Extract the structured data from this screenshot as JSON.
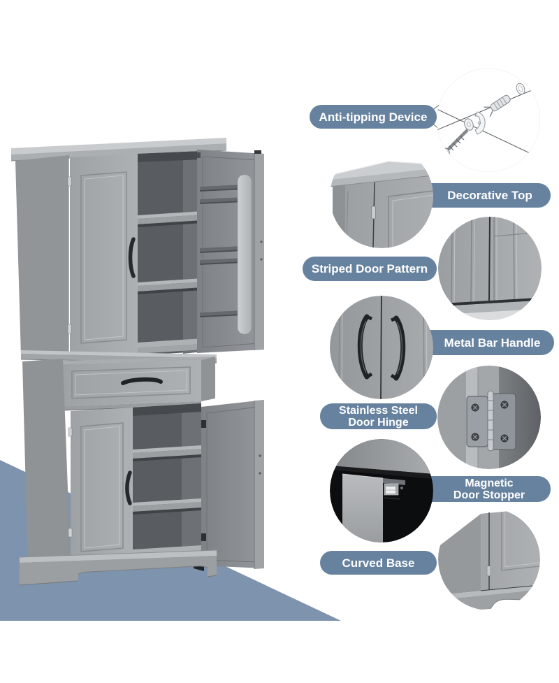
{
  "colors": {
    "label_pill": "#66829f",
    "label_text": "#ffffff",
    "accent_triangle": "#7e93ae",
    "cabinet_gray": "#a6aaad",
    "handle_black": "#26292d"
  },
  "features": [
    {
      "id": "anti-tipping-device",
      "label": "Anti-tipping Device"
    },
    {
      "id": "decorative-top",
      "label": "Decorative Top"
    },
    {
      "id": "striped-door-pattern",
      "label": "Striped Door Pattern"
    },
    {
      "id": "metal-bar-handle",
      "label": "Metal Bar Handle"
    },
    {
      "id": "stainless-steel-door-hinge",
      "label": "Stainless Steel\nDoor Hinge"
    },
    {
      "id": "magnetic-door-stopper",
      "label": "Magnetic\nDoor Stopper"
    },
    {
      "id": "curved-base",
      "label": "Curved Base"
    }
  ]
}
